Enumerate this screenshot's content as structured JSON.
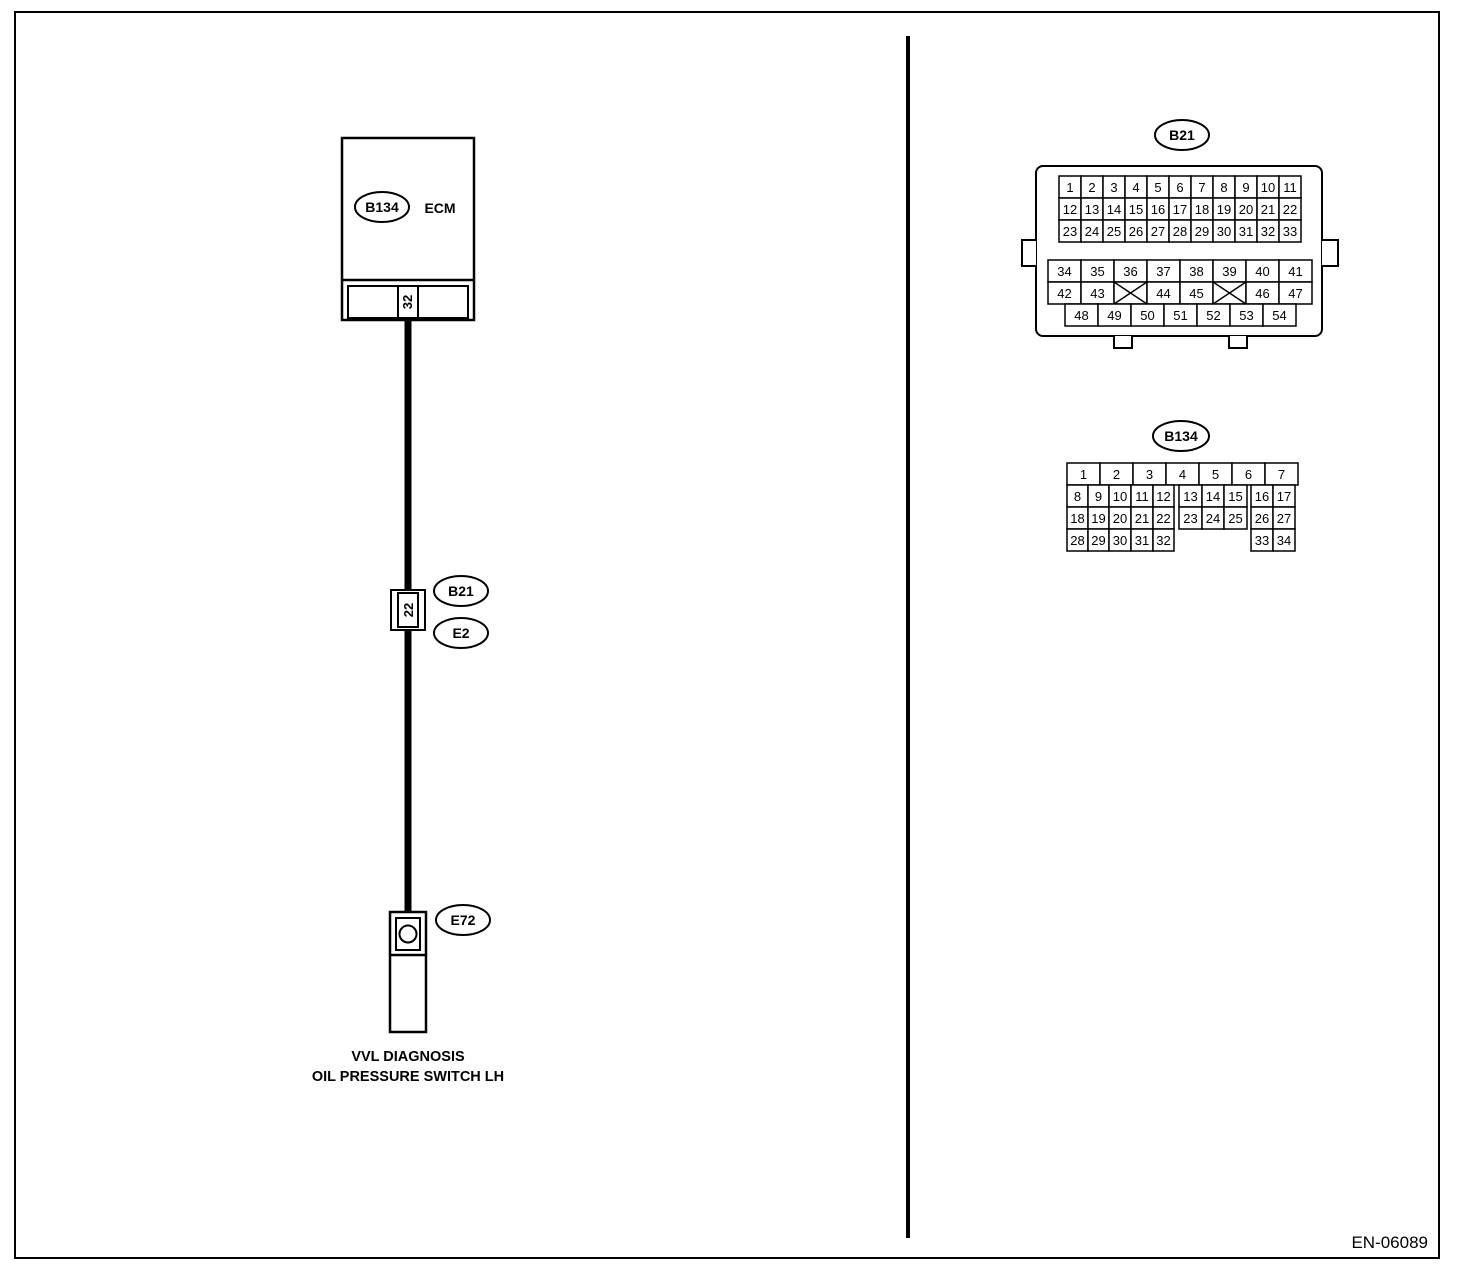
{
  "wiring": {
    "ecm": {
      "connector": "B134",
      "name": "ECM",
      "pin": "32"
    },
    "junction": {
      "connector_top": "B21",
      "connector_bottom": "E2",
      "pin": "22"
    },
    "sensor": {
      "connector": "E72",
      "caption_line1": "VVL DIAGNOSIS",
      "caption_line2": "OIL PRESSURE SWITCH LH"
    }
  },
  "b21_face": {
    "label": "B21",
    "row1": [
      "1",
      "2",
      "3",
      "4",
      "5",
      "6",
      "7",
      "8",
      "9",
      "10",
      "11"
    ],
    "row2": [
      "12",
      "13",
      "14",
      "15",
      "16",
      "17",
      "18",
      "19",
      "20",
      "21",
      "22"
    ],
    "row3": [
      "23",
      "24",
      "25",
      "26",
      "27",
      "28",
      "29",
      "30",
      "31",
      "32",
      "33"
    ],
    "row4": [
      "34",
      "35",
      "36",
      "37",
      "38",
      "39",
      "40",
      "41"
    ],
    "row5": [
      "42",
      "43",
      "",
      "44",
      "45",
      "",
      "46",
      "47"
    ],
    "row6": [
      "48",
      "49",
      "50",
      "51",
      "52",
      "53",
      "54"
    ]
  },
  "b134_face": {
    "label": "B134",
    "row1": [
      "1",
      "2",
      "3",
      "4",
      "5",
      "6",
      "7"
    ],
    "row2": [
      "8",
      "9",
      "10",
      "11",
      "12",
      "13",
      "14",
      "15",
      "16",
      "17"
    ],
    "row3": [
      "18",
      "19",
      "20",
      "21",
      "22",
      "23",
      "24",
      "25",
      "26",
      "27"
    ],
    "row4": [
      "28",
      "29",
      "30",
      "31",
      "32",
      "33",
      "34"
    ]
  },
  "figure_id": "EN-06089"
}
